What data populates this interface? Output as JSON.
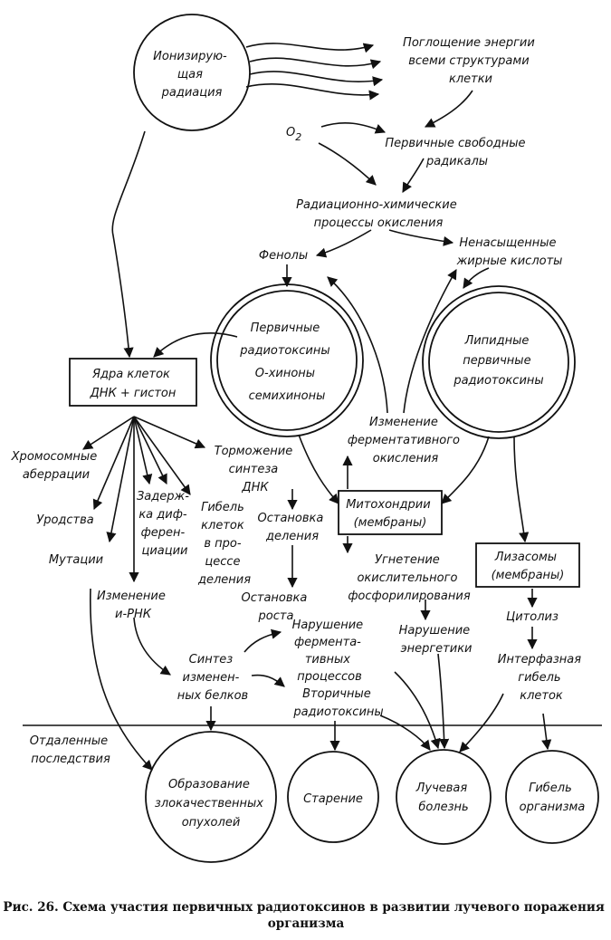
{
  "circles": {
    "radiation": [
      "Ионизирую-",
      "щая",
      "радиация"
    ],
    "primary_radiotoxins": [
      "Первичные",
      "радиотоксины",
      "О-хиноны",
      "семихиноны"
    ],
    "lipid_radiotoxins": [
      "Липидные",
      "первичные",
      "радиотоксины"
    ],
    "malignant": [
      "Образование",
      "злокачественных",
      "опухолей"
    ],
    "aging": [
      "Старение"
    ],
    "radiation_sickness": [
      "Лучевая",
      "болезнь"
    ],
    "organism_death": [
      "Гибель",
      "организма"
    ]
  },
  "boxes": {
    "nuclei": [
      "Ядра клеток",
      "ДНК + гистон"
    ],
    "mitochondria": [
      "Митохондрии",
      "(мембраны)"
    ],
    "lysosomes": [
      "Лизасомы",
      "(мембраны)"
    ]
  },
  "labels": {
    "energy_absorption": [
      "Поглощение энергии",
      "всеми структурами",
      "клетки"
    ],
    "o2": "O",
    "o2_sub": "2",
    "free_radicals": [
      "Первичные свободные",
      "радикалы"
    ],
    "oxidation": [
      "Радиационно-химические",
      "процессы окисления"
    ],
    "phenols": "Фенолы",
    "fatty_acids": [
      "Ненасыщенные",
      "жирные кислоты"
    ],
    "enzymatic_change": [
      "Изменение",
      "ферментативного",
      "окисления"
    ],
    "chromosome": [
      "Хромосомные",
      "аберрации"
    ],
    "deformities": "Уродства",
    "mutations": "Мутации",
    "differentiation_delay": [
      "Задерж-",
      "ка диф-",
      "ферен-",
      "циации"
    ],
    "cell_death_division": [
      "Гибель",
      "клеток",
      "в про-",
      "цессе",
      "деления"
    ],
    "dna_inhibition": [
      "Торможение",
      "синтеза",
      "ДНК"
    ],
    "division_stop": [
      "Остановка",
      "деления"
    ],
    "growth_stop": [
      "Остановка",
      "роста"
    ],
    "phosphorylation": [
      "Угнетение",
      "окислительного",
      "фосфорилирования"
    ],
    "rna_change": [
      "Изменение",
      "и-РНК"
    ],
    "protein_synthesis": [
      "Синтез",
      "изменен-",
      "ных белков"
    ],
    "enzymatic_disruption": [
      "Нарушение",
      "фермента-",
      "тивных",
      "процессов"
    ],
    "secondary_radiotoxins": [
      "Вторичные",
      "радиотоксины"
    ],
    "energetics": [
      "Нарушение",
      "энергетики"
    ],
    "cytolysis": "Цитолиз",
    "interphase_death": [
      "Интерфазная",
      "гибель",
      "клеток"
    ],
    "remote_effects": [
      "Отдаленные",
      "последствия"
    ]
  },
  "caption": [
    "Рис. 26. Схема участия первичных радиотоксинов в развитии лучевого поражения",
    "организма"
  ]
}
